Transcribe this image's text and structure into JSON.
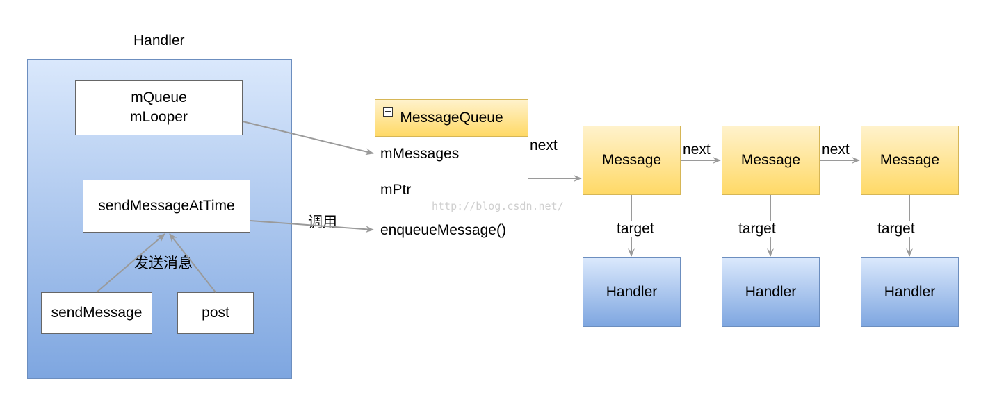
{
  "handler_title": "Handler",
  "handler_fields": [
    "mQueue",
    "mLooper"
  ],
  "send_message_at_time": "sendMessageAtTime",
  "send_label": "发送消息",
  "send_message": "sendMessage",
  "post": "post",
  "call_label": "调用",
  "message_queue": {
    "title": "MessageQueue",
    "fields": [
      "mMessages",
      "mPtr",
      "enqueueMessage()"
    ]
  },
  "next_label": "next",
  "messages": [
    "Message",
    "Message",
    "Message"
  ],
  "target_label": "target",
  "handlers": [
    "Handler",
    "Handler",
    "Handler"
  ],
  "watermark": "http://blog.csdn.net/",
  "colors": {
    "blue_fill": "#dae8fc",
    "blue_stroke": "#6c8ebf",
    "yellow_fill": "#ffd966",
    "yellow_stroke": "#d6b656",
    "arrow": "#999999"
  }
}
